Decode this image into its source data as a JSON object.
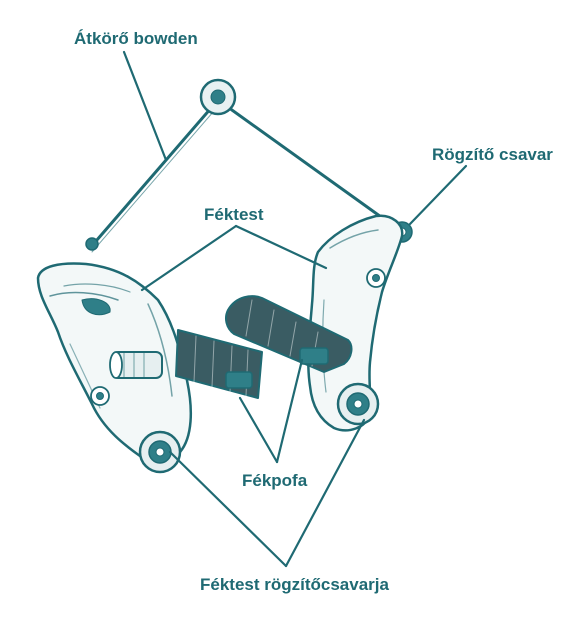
{
  "colors": {
    "ink": "#1f6a73",
    "shade": "#2f7f88",
    "paper": "#ffffff",
    "pad": "#3a5c63"
  },
  "labels": {
    "cable_crossover": "Átkörő bowden",
    "fixing_screw": "Rögzítő csavar",
    "brake_arm": "Féktest",
    "brake_pad": "Fékpofa",
    "arm_mount_bolt": "Féktest rögzítőcsavarja"
  }
}
